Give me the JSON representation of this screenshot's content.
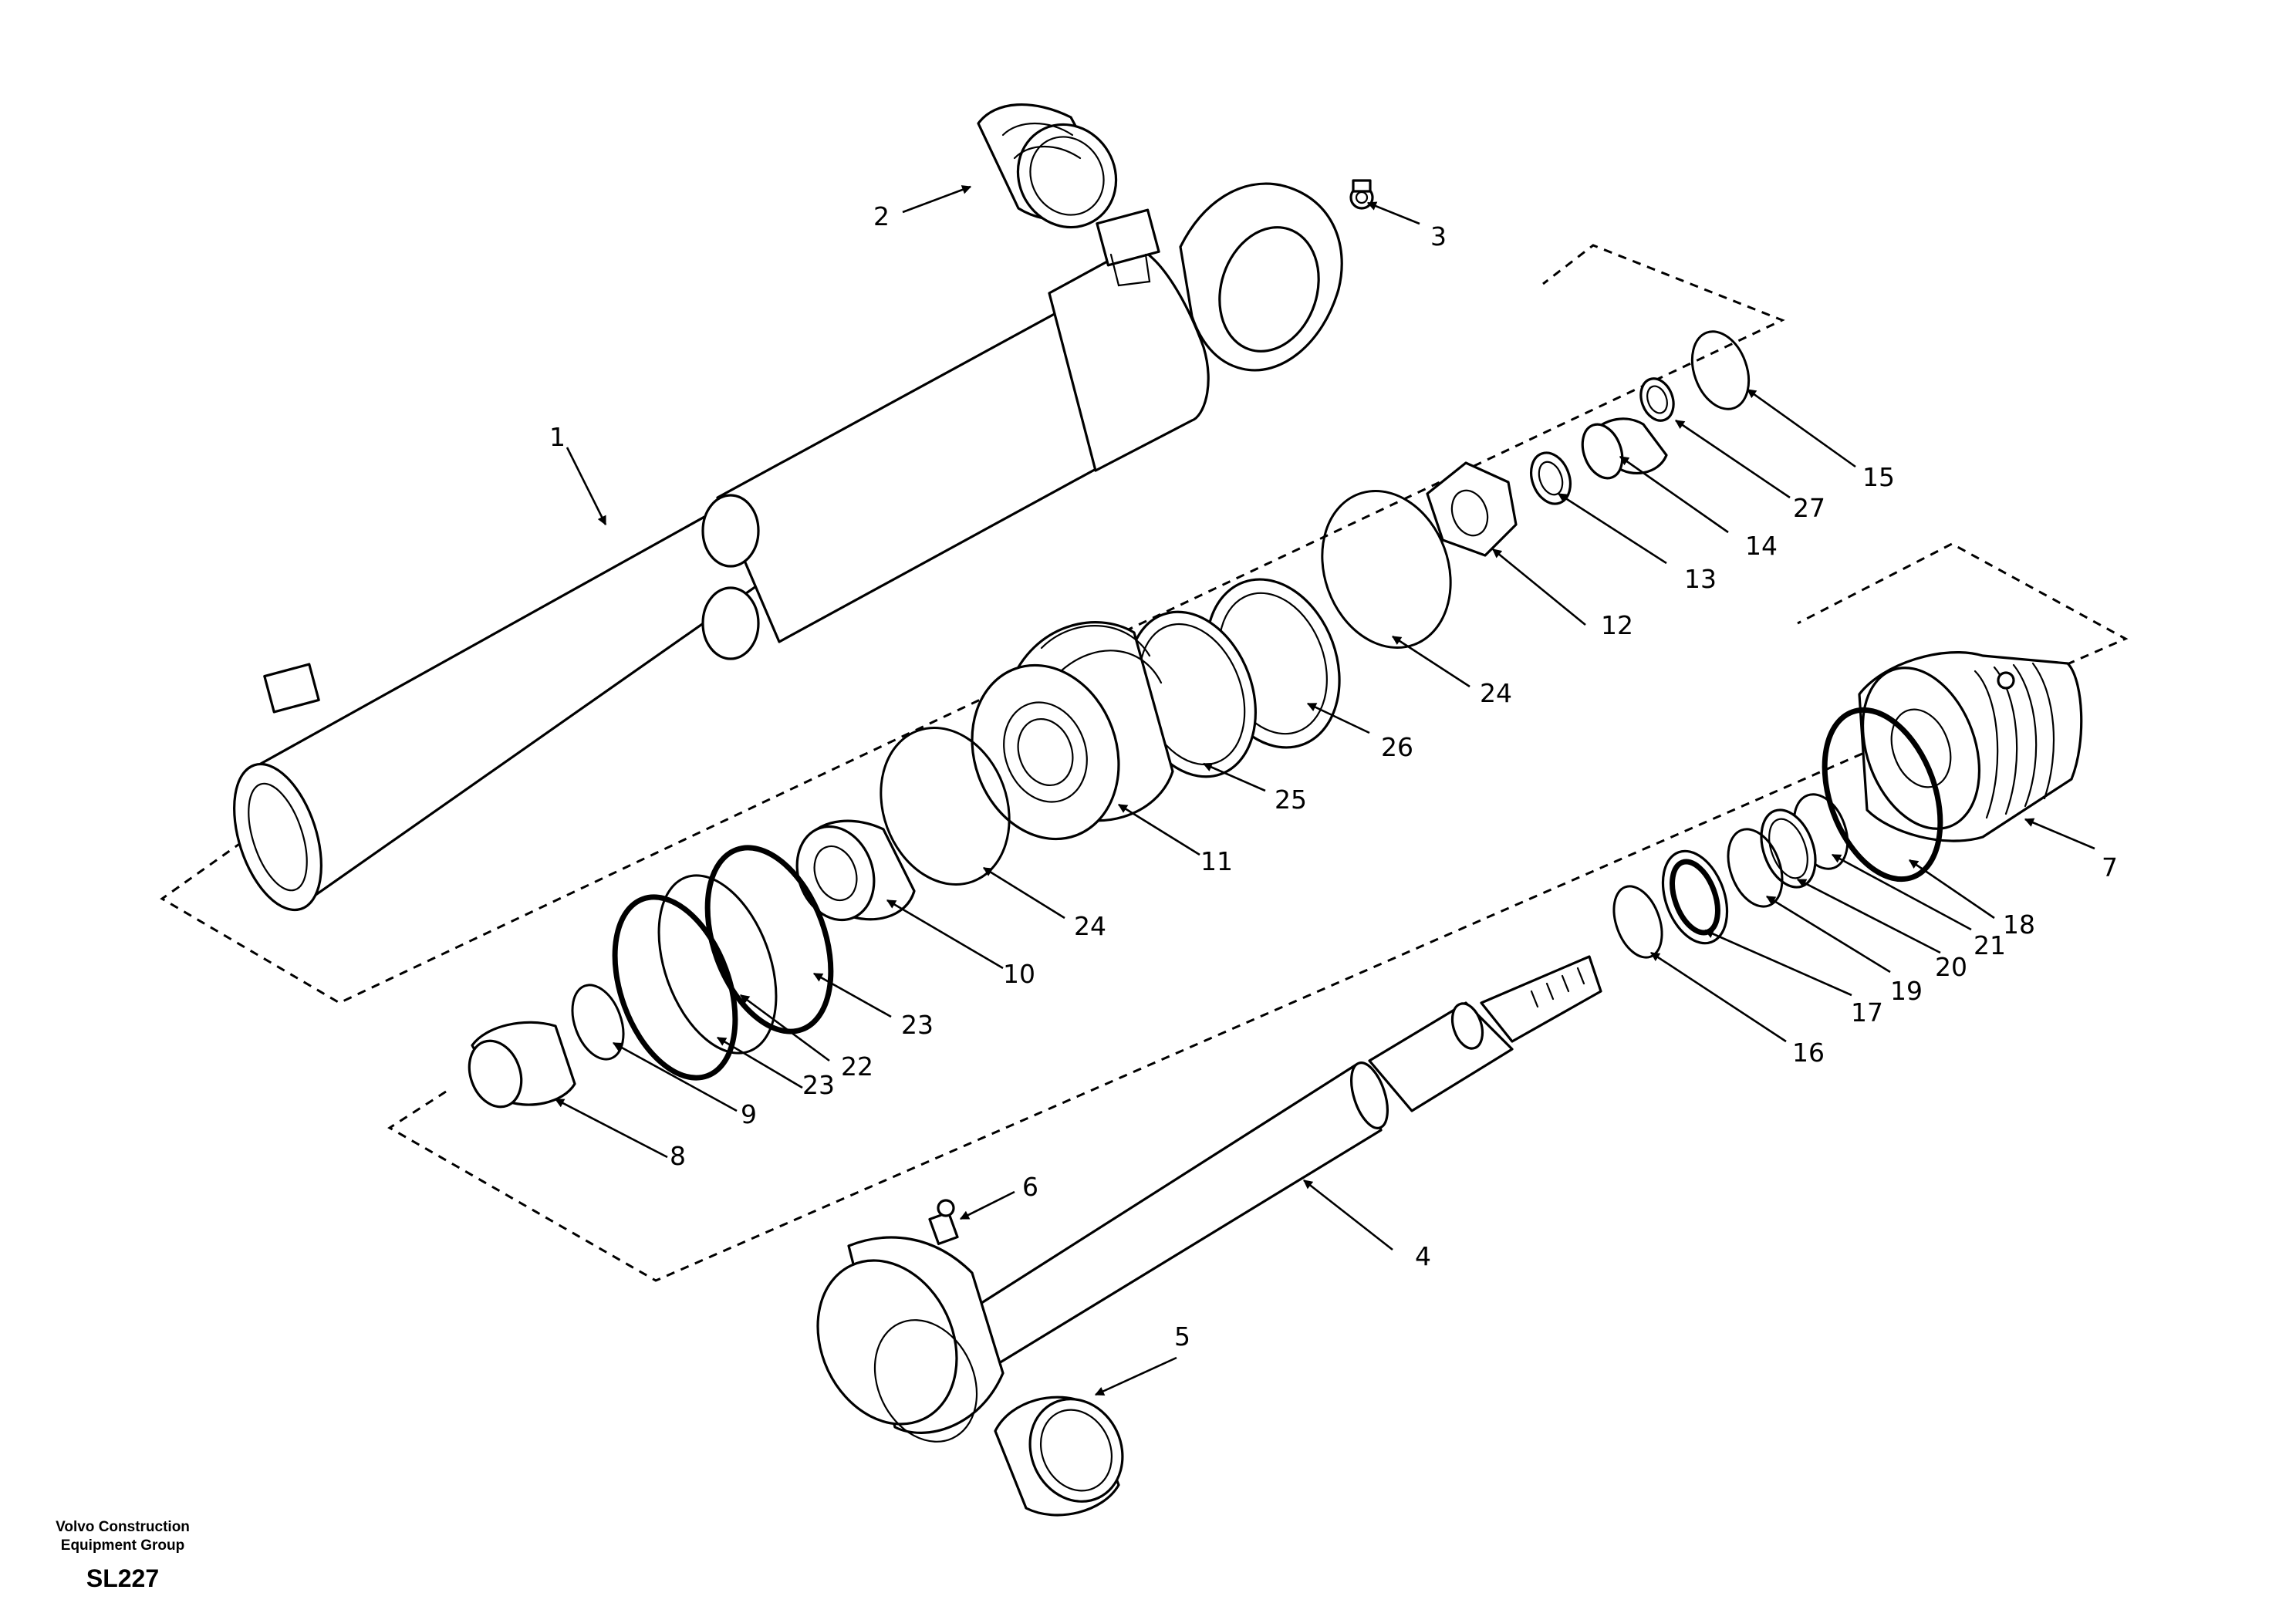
{
  "title_block": {
    "company_line1": "Volvo Construction",
    "company_line2": "Equipment Group",
    "drawing_code": "SL227"
  },
  "callouts": [
    {
      "id": "1",
      "text": "1"
    },
    {
      "id": "2",
      "text": "2"
    },
    {
      "id": "3",
      "text": "3"
    },
    {
      "id": "4",
      "text": "4"
    },
    {
      "id": "5",
      "text": "5"
    },
    {
      "id": "6",
      "text": "6"
    },
    {
      "id": "7",
      "text": "7"
    },
    {
      "id": "8",
      "text": "8"
    },
    {
      "id": "9",
      "text": "9"
    },
    {
      "id": "10",
      "text": "10"
    },
    {
      "id": "11",
      "text": "11"
    },
    {
      "id": "12",
      "text": "12"
    },
    {
      "id": "13",
      "text": "13"
    },
    {
      "id": "14",
      "text": "14"
    },
    {
      "id": "15",
      "text": "15"
    },
    {
      "id": "16",
      "text": "16"
    },
    {
      "id": "17",
      "text": "17"
    },
    {
      "id": "18",
      "text": "18"
    },
    {
      "id": "19",
      "text": "19"
    },
    {
      "id": "20",
      "text": "20"
    },
    {
      "id": "21",
      "text": "21"
    },
    {
      "id": "22",
      "text": "22"
    },
    {
      "id": "23a",
      "text": "23"
    },
    {
      "id": "23b",
      "text": "23"
    },
    {
      "id": "24a",
      "text": "24"
    },
    {
      "id": "24b",
      "text": "24"
    },
    {
      "id": "25",
      "text": "25"
    },
    {
      "id": "26",
      "text": "26"
    },
    {
      "id": "27",
      "text": "27"
    }
  ]
}
